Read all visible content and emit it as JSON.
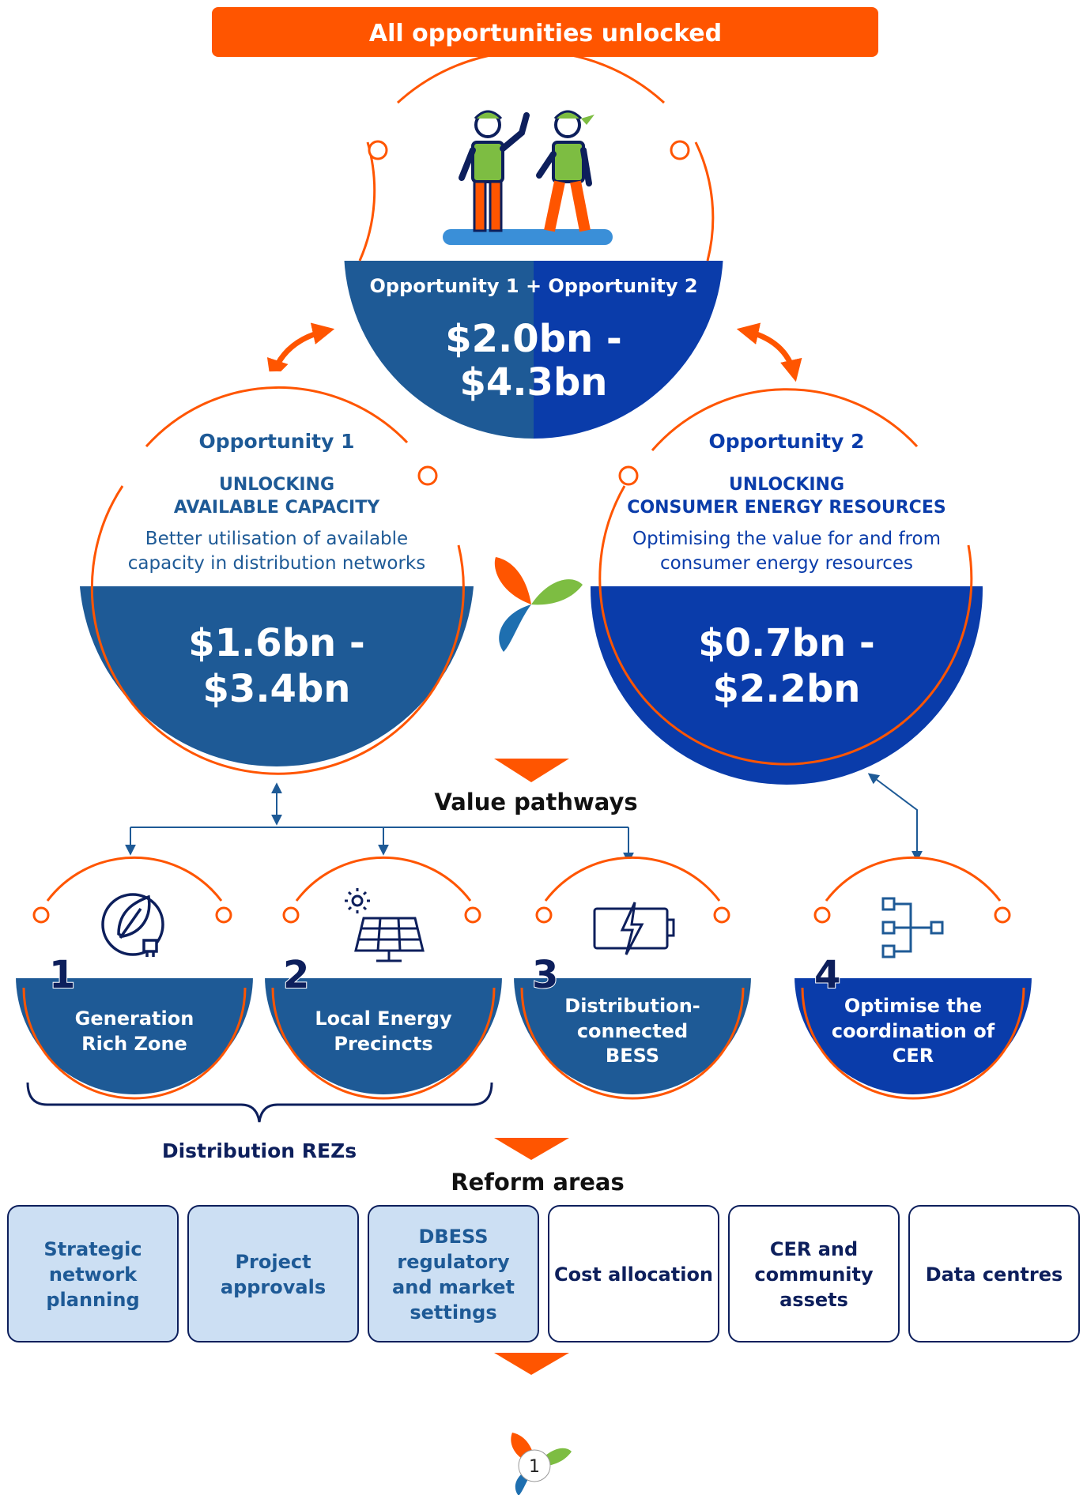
{
  "banner": {
    "title": "All opportunities unlocked"
  },
  "combined": {
    "label": "Opportunity 1 + Opportunity 2",
    "value_line1": "$2.0bn -",
    "value_line2": "$4.3bn"
  },
  "opportunity1": {
    "heading": "Opportunity 1",
    "subtitle_line1": "UNLOCKING",
    "subtitle_line2": "AVAILABLE CAPACITY",
    "desc_line1": "Better utilisation of available",
    "desc_line2": "capacity in distribution networks",
    "value_line1": "$1.6bn -",
    "value_line2": "$3.4bn"
  },
  "opportunity2": {
    "heading": "Opportunity 2",
    "subtitle_line1": "UNLOCKING",
    "subtitle_line2": "CONSUMER ENERGY RESOURCES",
    "desc_line1": "Optimising the value for and from",
    "desc_line2": "consumer energy resources",
    "value_line1": "$0.7bn -",
    "value_line2": "$2.2bn"
  },
  "value_pathways": {
    "title": "Value pathways"
  },
  "pathways": [
    {
      "number": "1",
      "line1": "Generation",
      "line2": "Rich Zone",
      "line3": "",
      "icon": "leaf-plug-icon"
    },
    {
      "number": "2",
      "line1": "Local Energy",
      "line2": "Precincts",
      "line3": "",
      "icon": "solar-panel-icon"
    },
    {
      "number": "3",
      "line1": "Distribution-",
      "line2": "connected",
      "line3": "BESS",
      "icon": "battery-icon"
    },
    {
      "number": "4",
      "line1": "Optimise the",
      "line2": "coordination of",
      "line3": "CER",
      "icon": "network-hierarchy-icon"
    }
  ],
  "distribution_rezs": {
    "label": "Distribution REZs"
  },
  "reform": {
    "title": "Reform areas",
    "boxes": [
      {
        "lines": [
          "Strategic",
          "network",
          "planning"
        ],
        "highlighted": true
      },
      {
        "lines": [
          "Project",
          "approvals"
        ],
        "highlighted": true
      },
      {
        "lines": [
          "DBESS",
          "regulatory",
          "and market",
          "settings"
        ],
        "highlighted": true
      },
      {
        "lines": [
          "Cost allocation"
        ],
        "highlighted": false
      },
      {
        "lines": [
          "CER and",
          "community",
          "assets"
        ],
        "highlighted": false
      },
      {
        "lines": [
          "Data centres"
        ],
        "highlighted": false
      }
    ]
  },
  "page_badge": {
    "number": "1"
  },
  "colors": {
    "orange": "#FF5500",
    "blue_mid": "#1E5A96",
    "blue_deep": "#0A3CAA",
    "navy": "#0D1F5C",
    "green": "#7DBD42",
    "light_blue": "#CCDFF3"
  }
}
